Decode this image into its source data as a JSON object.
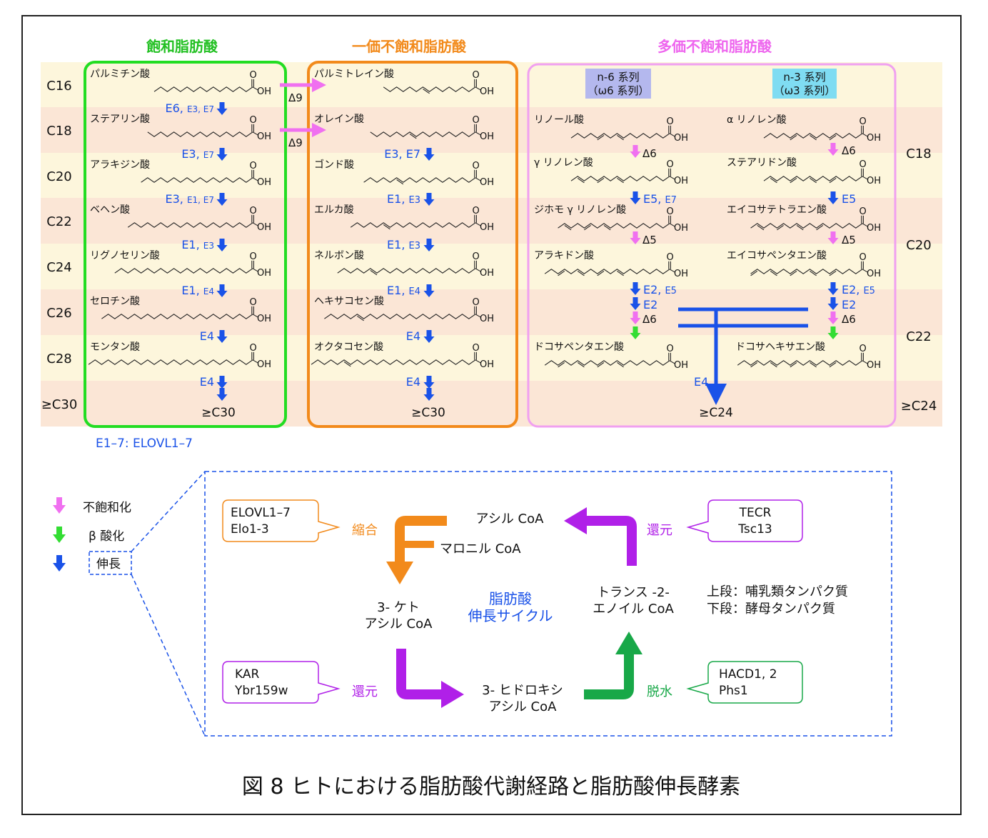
{
  "figure": {
    "caption": "図 8  ヒトにおける脂肪酸代謝経路と脂肪酸伸長酵素"
  },
  "columns": {
    "saturated": "飽和脂肪酸",
    "monounsaturated": "一価不飽和脂肪酸",
    "polyunsaturated": "多価不飽和脂肪酸"
  },
  "rows_left": [
    "C16",
    "C18",
    "C20",
    "C22",
    "C24",
    "C26",
    "C28",
    "≥C30"
  ],
  "rows_right": [
    "C18",
    "C20",
    "C22",
    "≥C24"
  ],
  "saturated": {
    "acids": [
      "パルミチン酸",
      "ステアリン酸",
      "アラキジン酸",
      "ベヘン酸",
      "リグノセリン酸",
      "セロチン酸",
      "モンタン酸"
    ],
    "enzymes": [
      {
        "main": "E6,",
        "sub": "E3, E7"
      },
      {
        "main": "E3,",
        "sub": "E7"
      },
      {
        "main": "E3,",
        "sub": "E1, E7"
      },
      {
        "main": "E1,",
        "sub": "E3"
      },
      {
        "main": "E1,",
        "sub": "E4"
      },
      {
        "main": "E4",
        "sub": ""
      },
      {
        "main": "E4",
        "sub": ""
      }
    ],
    "end": "≥C30"
  },
  "monounsaturated": {
    "acids": [
      "パルミトレイン酸",
      "オレイン酸",
      "ゴンド酸",
      "エルカ酸",
      "ネルボン酸",
      "ヘキサコセン酸",
      "オクタコセン酸"
    ],
    "enzymes": [
      {
        "main": "E3, E7",
        "sub": ""
      },
      {
        "main": "E1,",
        "sub": "E3"
      },
      {
        "main": "E1,",
        "sub": "E3"
      },
      {
        "main": "E1,",
        "sub": "E4"
      },
      {
        "main": "E4",
        "sub": ""
      },
      {
        "main": "E4",
        "sub": ""
      }
    ],
    "end": "≥C30"
  },
  "desaturation_d9": "Δ9",
  "oh": "OH",
  "o": "O",
  "n6": {
    "title_line1": "n-6 系列",
    "title_line2": "（ω6 系列）",
    "acids": [
      "リノール酸",
      "γ リノレン酸",
      "ジホモ γ リノレン酸",
      "アラキドン酸",
      "ドコサペンタエン酸"
    ],
    "steps": {
      "d6": "Δ6",
      "e5": "E5,",
      "e7": "E7",
      "d5": "Δ5",
      "e2a": "E2,",
      "e5b": "E5",
      "e2b": "E2",
      "d6b": "Δ6"
    }
  },
  "n3": {
    "title_line1": "n-3 系列",
    "title_line2": "（ω3 系列）",
    "acids": [
      "α リノレン酸",
      "ステアリドン酸",
      "エイコサテトラエン酸",
      "エイコサペンタエン酸",
      "ドコサヘキサエン酸"
    ],
    "steps": {
      "d6": "Δ6",
      "e5": "E5",
      "d5": "Δ5",
      "e2a": "E2,",
      "e5b": "E5",
      "e2b": "E2",
      "d6b": "Δ6"
    }
  },
  "pufa_end": {
    "e4": "E4",
    "end": "≥C24"
  },
  "enzyme_note": "E1–7: ELOVL1–7",
  "legend": {
    "desaturation": "不飽和化",
    "beta_oxidation": "β 酸化",
    "elongation": "伸長"
  },
  "cycle": {
    "center_line1": "脂肪酸",
    "center_line2": "伸長サイクル",
    "acyl_coa": "アシル CoA",
    "malonyl_coa": "マロニル CoA",
    "keto_line1": "3- ケト",
    "keto_line2": "アシル CoA",
    "hydroxy_line1": "3- ヒドロキシ",
    "hydroxy_line2": "アシル CoA",
    "trans_line1": "トランス -2-",
    "trans_line2": "エノイル CoA",
    "steps": {
      "condensation": "縮合",
      "reduction1": "還元",
      "dehydration": "脱水",
      "reduction2": "還元"
    },
    "boxes": {
      "condensation": [
        "ELOVL1–7",
        "Elo1-3"
      ],
      "reduction1": [
        "KAR",
        "Ybr159w"
      ],
      "dehydration": [
        "HACD1, 2",
        "Phs1"
      ],
      "reduction2": [
        "TECR",
        "Tsc13"
      ]
    },
    "note_line1": "上段：哺乳類タンパク質",
    "note_line2": "下段：酵母タンパク質"
  },
  "colors": {
    "green": "#22dd22",
    "orange": "#f28a1b",
    "pink": "#f0a0f0",
    "blue": "#1a52e8",
    "purple": "#b020e8",
    "dark_green": "#18a848",
    "magenta": "#f070f0",
    "lime": "#33dd33",
    "band_a": "#fdf6dc",
    "band_b": "#fbe6d6"
  }
}
